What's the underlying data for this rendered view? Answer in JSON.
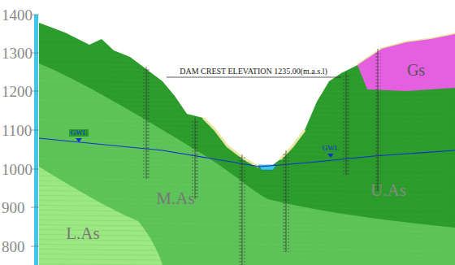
{
  "diagram": {
    "labels": [
      "1400",
      "1300",
      "1200",
      "1100",
      "1000",
      "900",
      "800",
      "DAM CREST ELEVATION 1235.00(m.a.s.l)",
      "GWL",
      "GWL",
      "Gs",
      "U.As",
      "M.As",
      "L.As"
    ]
  }
}
